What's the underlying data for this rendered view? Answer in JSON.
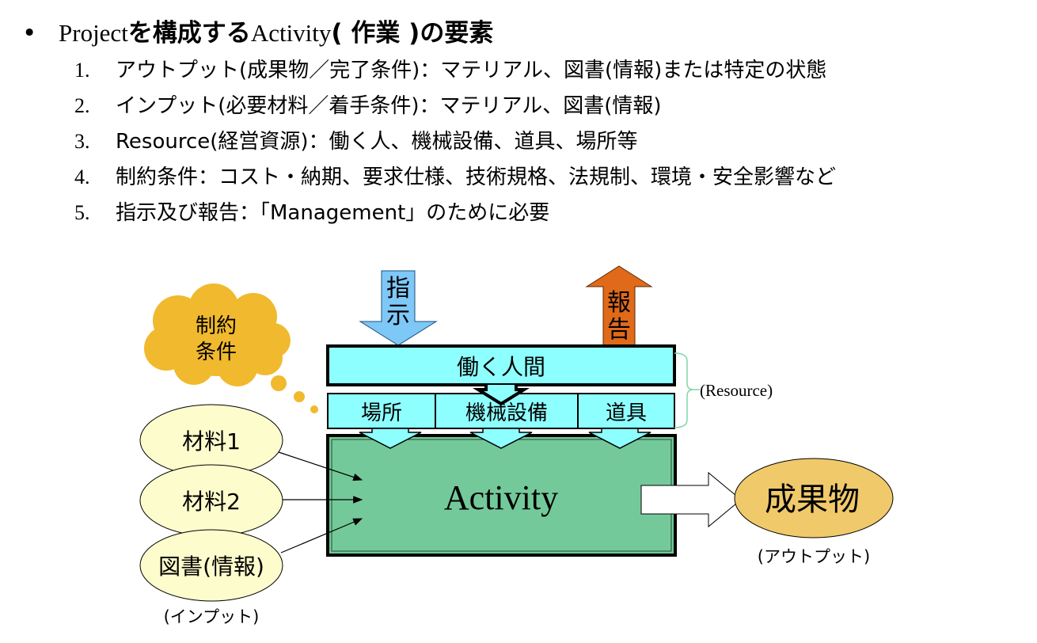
{
  "heading": {
    "bullet": "•",
    "parts": [
      {
        "text": "Project",
        "bold": false,
        "serif": true
      },
      {
        "text": "を構成する",
        "bold": true,
        "serif": false
      },
      {
        "text": "Activity",
        "bold": false,
        "serif": true
      },
      {
        "text": "( 作業 )の要素",
        "bold": true,
        "serif": false
      }
    ]
  },
  "items": [
    {
      "num": "1.",
      "text": "アウトプット(成果物／完了条件)：マテリアル、図書(情報)または特定の状態"
    },
    {
      "num": "2.",
      "text": "インプット(必要材料／着手条件)：マテリアル、図書(情報)"
    },
    {
      "num": "3.",
      "text": "Resource(経営資源)：働く人、機械設備、道具、場所等"
    },
    {
      "num": "4.",
      "text": "制約条件：コスト・納期、要求仕様、技術規格、法規制、環境・安全影響など"
    },
    {
      "num": "5.",
      "text": "指示及び報告：「Management」のために必要"
    }
  ],
  "diagram": {
    "instruction_arrow": {
      "label_line1": "指",
      "label_line2": "示",
      "color": "#7ec8f8"
    },
    "report_arrow": {
      "label_line1": "報",
      "label_line2": "告",
      "color": "#e06a1a"
    },
    "constraint_cloud": {
      "line1": "制約",
      "line2": "条件",
      "color": "#f0b92e"
    },
    "worker_bar": {
      "label": "働く人間",
      "color": "#8effff"
    },
    "resource_cells": [
      {
        "label": "場所"
      },
      {
        "label": "機械設備"
      },
      {
        "label": "道具"
      }
    ],
    "resource_label": "(Resource)",
    "brace_color": "#7fd6a8",
    "activity": {
      "label": "Activity",
      "color": "#74c99a"
    },
    "inputs": [
      {
        "label": "材料1"
      },
      {
        "label": "材料2"
      },
      {
        "label": "図書(情報)"
      }
    ],
    "input_color": "#fdfccc",
    "input_caption": "(インプット)",
    "output": {
      "label": "成果物",
      "color": "#f0c96a"
    },
    "output_caption": "(アウトプット)"
  }
}
